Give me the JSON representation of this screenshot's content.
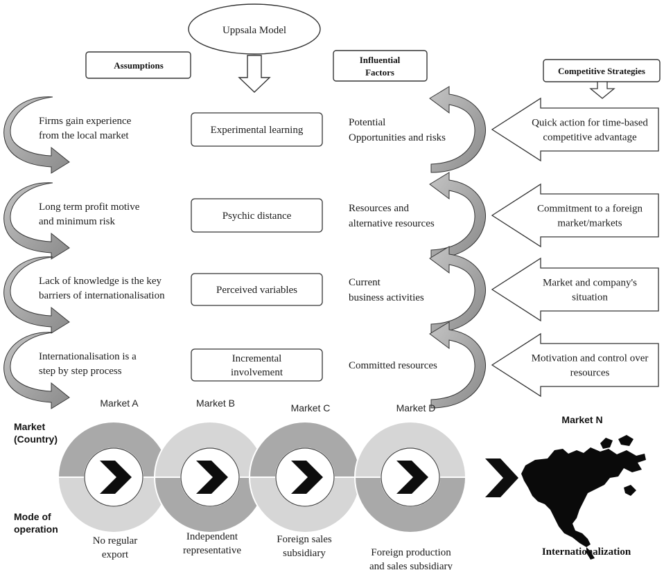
{
  "header": {
    "model": "Uppsala Model",
    "assumptions": "Assumptions",
    "influential_factors": [
      "Influential",
      "Factors"
    ],
    "competitive_strategies": "Competitive Strategies"
  },
  "rows": [
    {
      "assumption": [
        "Firms gain experience",
        "from the local market"
      ],
      "concept": [
        "Experimental learning"
      ],
      "factor": [
        "Potential",
        "Opportunities and risks"
      ],
      "strategy": [
        "Quick action for time-based",
        "competitive advantage"
      ]
    },
    {
      "assumption": [
        "Long term profit motive",
        "and minimum risk"
      ],
      "concept": [
        "Psychic distance"
      ],
      "factor": [
        "Resources and",
        "alternative resources"
      ],
      "strategy": [
        "Commitment to a foreign",
        "market/markets"
      ]
    },
    {
      "assumption": [
        "Lack of knowledge  is the key",
        "barriers of internationalisation"
      ],
      "concept": [
        "Perceived variables"
      ],
      "factor": [
        "Current",
        "business activities"
      ],
      "strategy": [
        "Market and company's",
        "situation"
      ]
    },
    {
      "assumption": [
        "Internationalisation is a",
        "step by step process"
      ],
      "concept": [
        "Incremental",
        "involvement"
      ],
      "factor": [
        "Committed resources"
      ],
      "strategy": [
        "Motivation and control over",
        "resources"
      ]
    }
  ],
  "markets": {
    "row_label_market": [
      "Market",
      "(Country)"
    ],
    "row_label_mode": [
      "Mode of",
      "operation"
    ],
    "names": [
      "Market A",
      "Market B",
      "Market C",
      "Market D"
    ],
    "modes": [
      [
        "No regular",
        "export"
      ],
      [
        "Independent",
        "representative"
      ],
      [
        "Foreign sales",
        "subsidiary"
      ],
      [
        "Foreign production",
        "and sales subsidiary"
      ]
    ],
    "final_market": "Market N",
    "final_label": "Internationalization"
  },
  "colors": {
    "ring_dark": "#a9a9a9",
    "ring_light": "#d6d6d6",
    "curved_arrow": "#9a9a9a",
    "chevron": "#0d0d0d",
    "outline": "#333333"
  },
  "icons": {
    "map": "north-america-map-icon",
    "chevron": "chevron-right-icon"
  }
}
